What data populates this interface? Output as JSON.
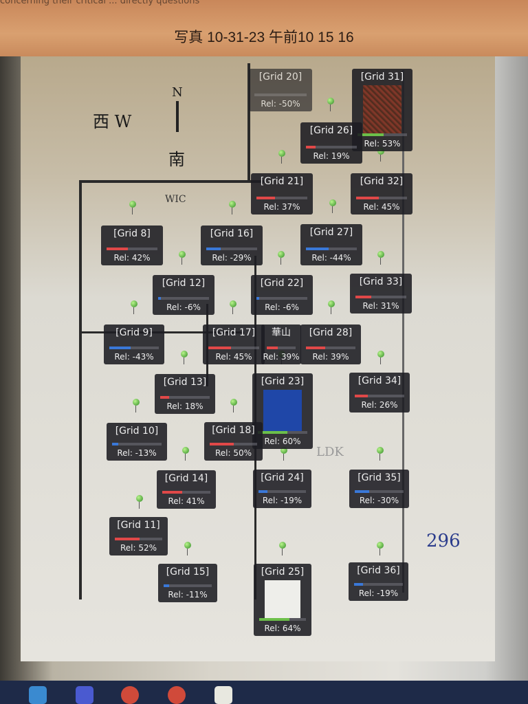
{
  "photo_caption": "写真 10-31-23 午前10 15 16",
  "top_partial_text": "concerning their critical ... directly questions",
  "plan_labels": {
    "west": "西 W",
    "north": "N",
    "south": "南",
    "wic": "WIC",
    "ldk": "LDK",
    "dim": "296"
  },
  "colors": {
    "positive": "#e04848",
    "negative": "#3a78d8",
    "high": "#6cbf4a"
  },
  "grids": [
    {
      "label": "[Grid 20]",
      "rel": "Rel: -50%",
      "value": -50,
      "faded": true
    },
    {
      "label": "[Grid 31]",
      "rel": "Rel: 53%",
      "value": 53,
      "image": "texture"
    },
    {
      "label": "[Grid 26]",
      "rel": "Rel: 19%",
      "value": 19
    },
    {
      "label": "[Grid 21]",
      "rel": "Rel: 37%",
      "value": 37
    },
    {
      "label": "[Grid 32]",
      "rel": "Rel: 45%",
      "value": 45
    },
    {
      "label": "[Grid 8]",
      "rel": "Rel: 42%",
      "value": 42
    },
    {
      "label": "[Grid 16]",
      "rel": "Rel: -29%",
      "value": -29
    },
    {
      "label": "[Grid 27]",
      "rel": "Rel: -44%",
      "value": -44
    },
    {
      "label": "[Grid 12]",
      "rel": "Rel: -6%",
      "value": -6
    },
    {
      "label": "[Grid 22]",
      "rel": "Rel: -6%",
      "value": -6
    },
    {
      "label": "[Grid 33]",
      "rel": "Rel: 31%",
      "value": 31
    },
    {
      "label": "[Grid 9]",
      "rel": "Rel: -43%",
      "value": -43
    },
    {
      "label": "[Grid 17]",
      "rel": "Rel: 45%",
      "value": 45
    },
    {
      "label": "華山",
      "rel": "Rel: 39%",
      "value": 39
    },
    {
      "label": "[Grid 28]",
      "rel": "Rel: 39%",
      "value": 39
    },
    {
      "label": "[Grid 13]",
      "rel": "Rel: 18%",
      "value": 18
    },
    {
      "label": "[Grid 23]",
      "rel": "Rel: 60%",
      "value": 60,
      "image": "blue"
    },
    {
      "label": "[Grid 34]",
      "rel": "Rel: 26%",
      "value": 26
    },
    {
      "label": "[Grid 10]",
      "rel": "Rel: -13%",
      "value": -13
    },
    {
      "label": "[Grid 18]",
      "rel": "Rel: 50%",
      "value": 50
    },
    {
      "label": "[Grid 14]",
      "rel": "Rel: 41%",
      "value": 41
    },
    {
      "label": "[Grid 24]",
      "rel": "Rel: -19%",
      "value": -19
    },
    {
      "label": "[Grid 35]",
      "rel": "Rel: -30%",
      "value": -30
    },
    {
      "label": "[Grid 11]",
      "rel": "Rel: 52%",
      "value": 52
    },
    {
      "label": "[Grid 15]",
      "rel": "Rel: -11%",
      "value": -11
    },
    {
      "label": "[Grid 25]",
      "rel": "Rel: 64%",
      "value": 64,
      "image": "white"
    },
    {
      "label": "[Grid 36]",
      "rel": "Rel: -19%",
      "value": -19
    }
  ]
}
